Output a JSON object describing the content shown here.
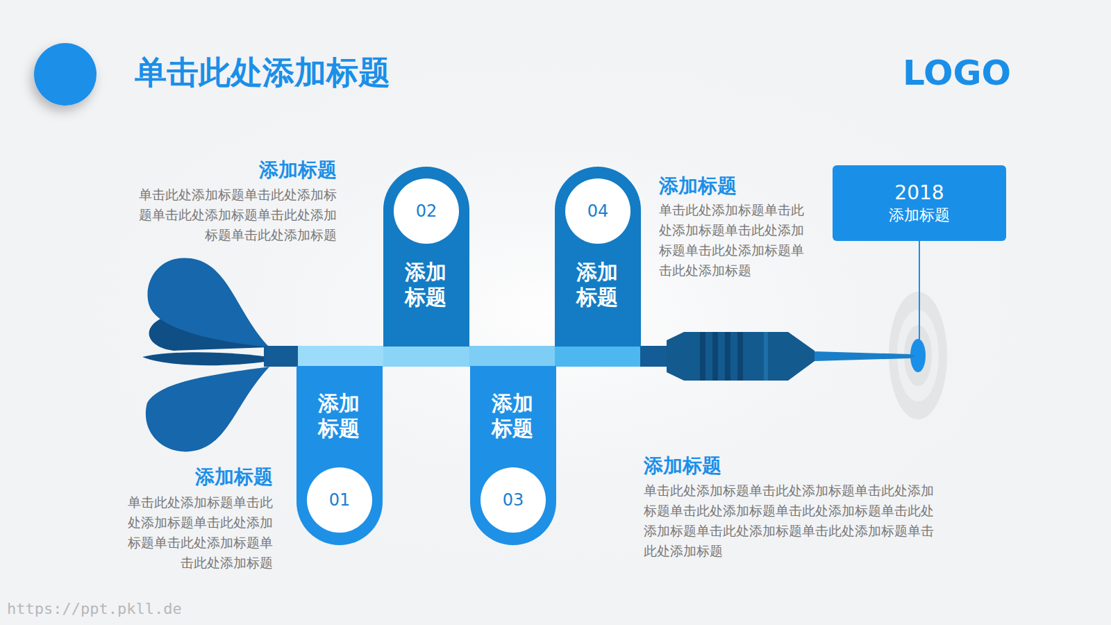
{
  "diagram": {
    "title": "单击此处添加标题",
    "nodes": [
      {
        "text": [
          "添加标题"
        ]
      },
      {
        "text": [
          "01"
        ],
        "in": 0
      },
      {
        "text": [
          "添加标题"
        ]
      },
      {
        "text": [
          "02"
        ],
        "in": 2
      },
      {
        "text": [
          "添加标题"
        ]
      },
      {
        "text": [
          "03"
        ],
        "in": 4
      },
      {
        "text": [
          "添加标题"
        ]
      },
      {
        "text": [
          "04"
        ],
        "in": 6
      },
      {
        "text": [
          "2018",
          "添加标题"
        ]
      }
    ],
    "labels": [
      "LOGO",
      "添加标题",
      "单击此处添加标题单击此处添加标题单击此处添加标题单击此处添加标题单击此处添加标题",
      "添加标题",
      "单击此处添加标题单击此处添加标题单击此处添加标题单击此处添加标题单击此处添加标题",
      "添加标题",
      "单击此处添加标题单击此处添加标题单击此处添加标题单击此处添加标题单击此处添加标题",
      "添加标题",
      "单击此处添加标题单击此处添加标题单击此处添加标题单击此处添加标题单击此处添加标题单击此处添加标题单击此处添加标题单击此处添加标题单击此处添加标题",
      "https://ppt.pkll.de"
    ]
  }
}
